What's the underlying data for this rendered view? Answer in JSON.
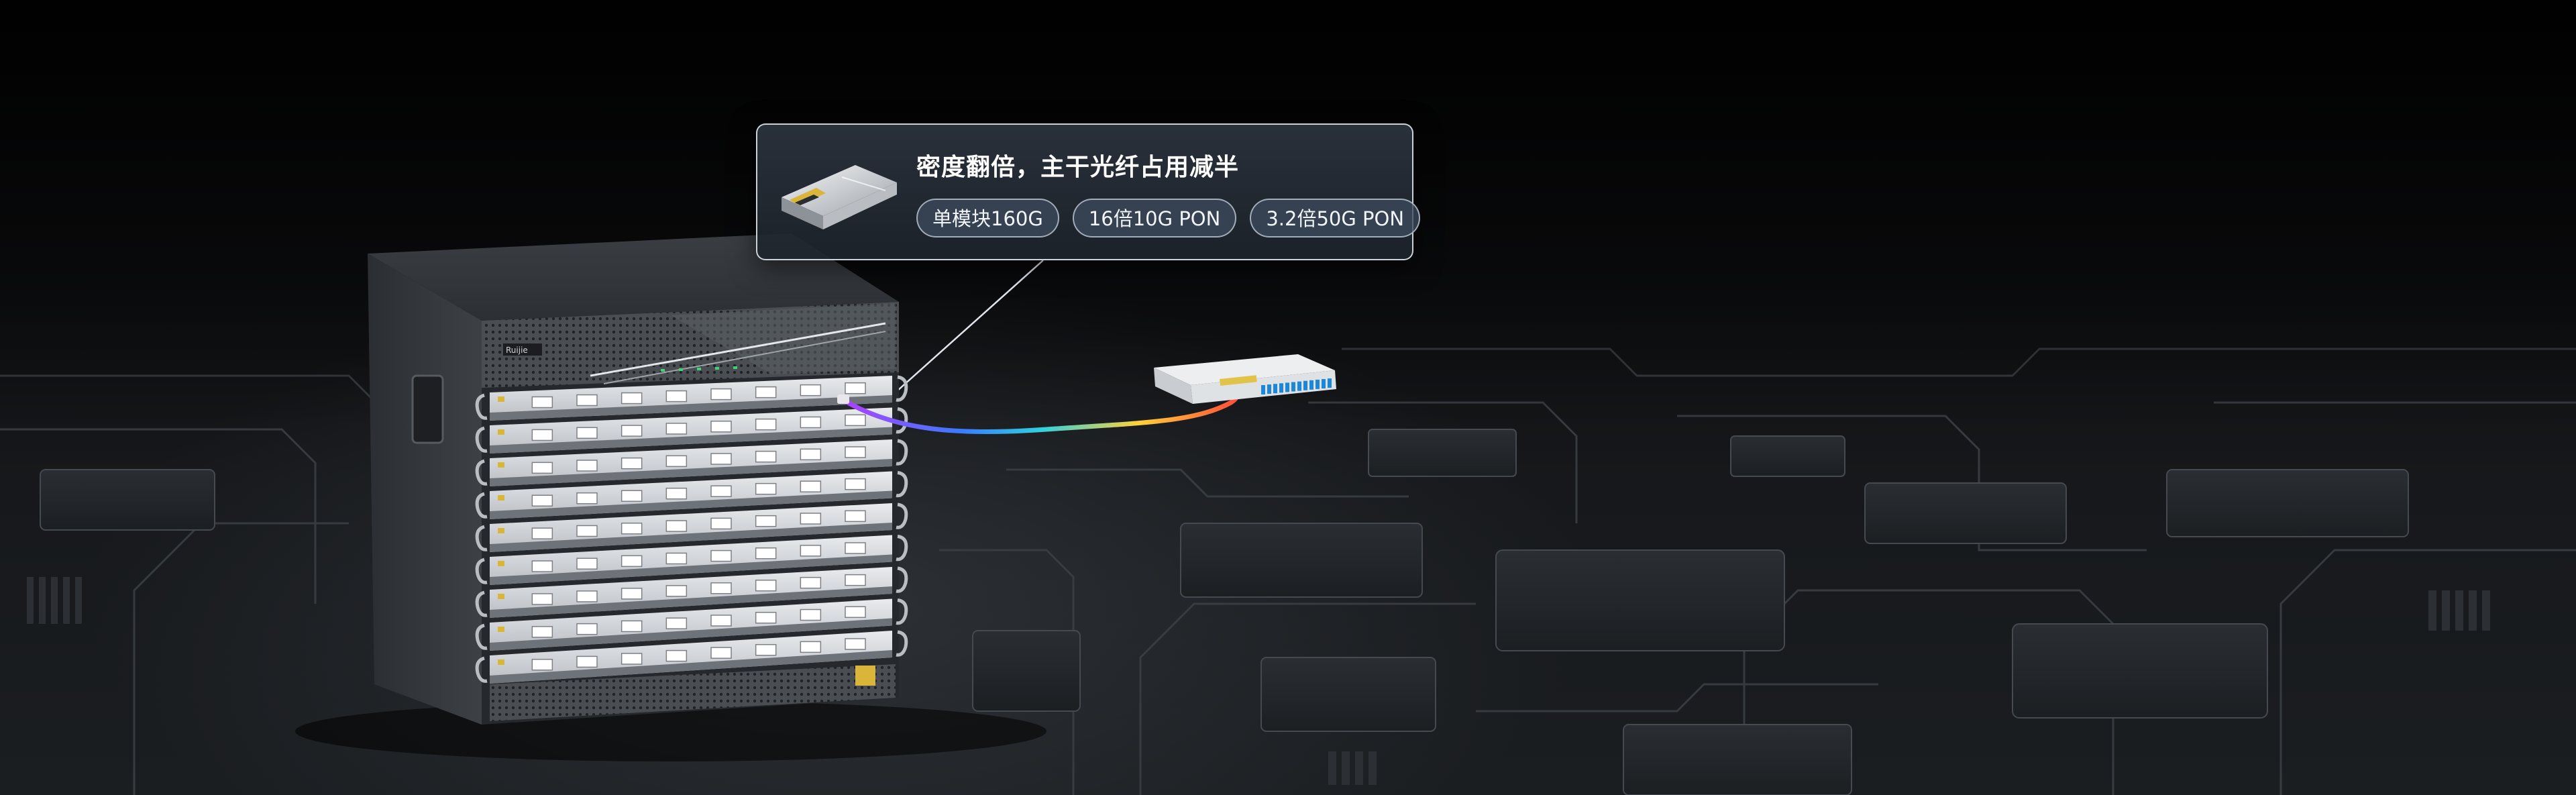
{
  "callout": {
    "title": "密度翻倍，主干光纤占用减半",
    "chips": [
      "单模块160G",
      "16倍10G PON",
      "3.2倍50G PON"
    ]
  },
  "chassis": {
    "brand_text": "Ruijie"
  },
  "colors": {
    "background": "#0b0c0d",
    "callout_border": "#ebf0f5",
    "chip_fill": "#3c4a5c",
    "fiber_gradient": [
      "#b040ff",
      "#3a7bff",
      "#2fd0e0",
      "#ffd23a",
      "#ff4b3a"
    ],
    "odf_port": "#1e88d8"
  },
  "icons": {
    "callout_image": "optical-module-icon"
  }
}
